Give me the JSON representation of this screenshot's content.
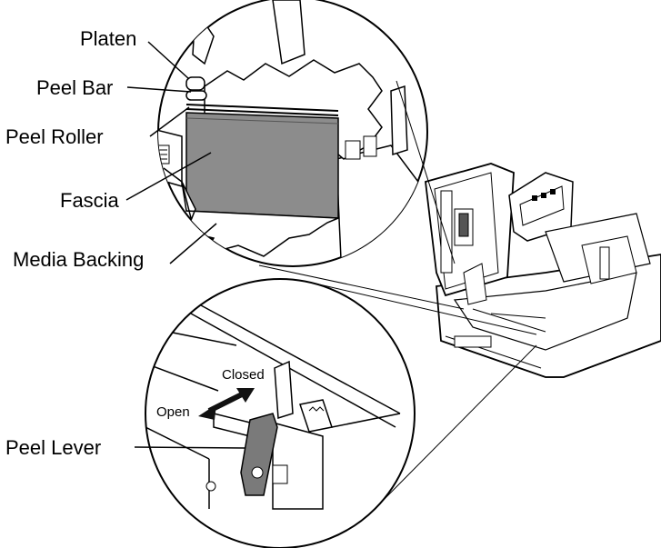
{
  "callouts": {
    "platen": "Platen",
    "peel_bar": "Peel Bar",
    "peel_roller": "Peel Roller",
    "fascia": "Fascia",
    "media_backing": "Media Backing",
    "peel_lever": "Peel Lever"
  },
  "lever_positions": {
    "closed": "Closed",
    "open": "Open"
  },
  "colors": {
    "line": "#000000",
    "fascia_fill": "#8c8c8c",
    "lever_fill": "#7a7a7a",
    "arrow_fill": "#111111",
    "background": "#ffffff"
  }
}
